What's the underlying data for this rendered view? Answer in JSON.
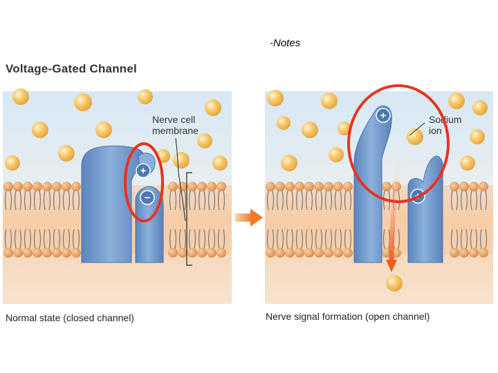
{
  "header": {
    "notes": "-Notes"
  },
  "diagram": {
    "title": "Voltage-Gated Channel",
    "label_membrane_line1": "Nerve cell",
    "label_membrane_line2": "membrane",
    "label_sodium_line1": "Sodium",
    "label_sodium_line2": "ion",
    "plus_sign": "+",
    "minus_sign": "−",
    "caption_left": "Normal state (closed channel)",
    "caption_right": "Nerve signal formation (open channel)"
  },
  "colors": {
    "protein": "#6f97cc",
    "ion": "#f6c15e",
    "lipid_head": "#e6a46a",
    "membrane_band": "#f2b98a",
    "extracellular": "#dbe9f4",
    "highlight": "#e8331e",
    "arrow": "#f08a3a"
  }
}
